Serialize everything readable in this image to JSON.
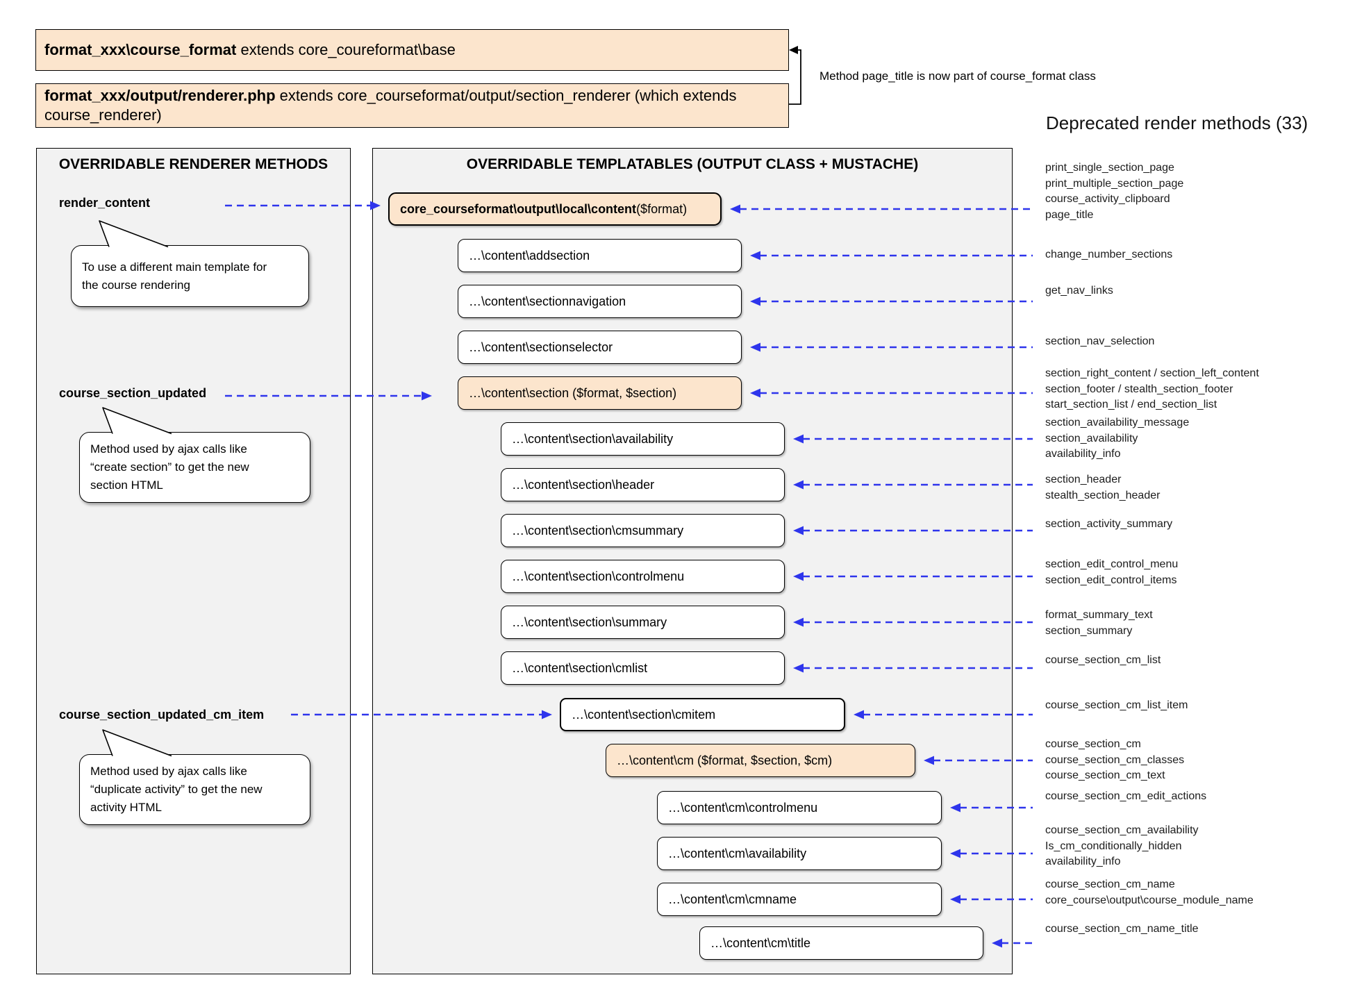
{
  "colors": {
    "accent_blue": "#2e35ec",
    "box_orange": "#fce5cd",
    "panel_gray": "#f2f2f2",
    "border_black": "#000000"
  },
  "header": {
    "box1_bold": "format_xxx\\course_format",
    "box1_rest": " extends core_coureformat\\base",
    "box2_bold": "format_xxx/output/renderer.php",
    "box2_rest": " extends core_courseformat/output/section_renderer (which extends course_renderer)",
    "note": "Method page_title is now part of course_format class",
    "deprecated_title": "Deprecated render methods (33)"
  },
  "left_panel": {
    "title": "OVERRIDABLE RENDERER METHODS",
    "methods": [
      {
        "id": "render_content",
        "label": "render_content",
        "target": "content",
        "bubble_lines": [
          "To use a different main template for",
          "the course rendering"
        ]
      },
      {
        "id": "course_section_updated",
        "label": "course_section_updated",
        "target": "section",
        "bubble_lines": [
          "Method used by ajax calls like",
          "“create section” to get the new",
          "section HTML"
        ]
      },
      {
        "id": "course_section_updated_cm_item",
        "label": "course_section_updated_cm_item",
        "target": "cmitem",
        "bubble_lines": [
          "Method used by ajax calls like",
          "“duplicate activity” to get the new",
          "activity HTML"
        ]
      }
    ]
  },
  "middle_panel": {
    "title": "OVERRIDABLE TEMPLATABLES (OUTPUT CLASS + MUSTACHE)",
    "boxes": [
      {
        "id": "content",
        "bold": "core_courseformat\\output\\local\\content",
        "text": " ($format)",
        "style": "orange-bold"
      },
      {
        "id": "addsection",
        "text": "…\\content\\addsection",
        "style": "white"
      },
      {
        "id": "sectionnavigation",
        "text": "…\\content\\sectionnavigation",
        "style": "white"
      },
      {
        "id": "sectionselector",
        "text": "…\\content\\sectionselector",
        "style": "white"
      },
      {
        "id": "section",
        "text": "…\\content\\section ($format, $section)",
        "style": "orange"
      },
      {
        "id": "sec_availability",
        "text": "…\\content\\section\\availability",
        "style": "white"
      },
      {
        "id": "sec_header",
        "text": "…\\content\\section\\header",
        "style": "white"
      },
      {
        "id": "sec_cmsummary",
        "text": "…\\content\\section\\cmsummary",
        "style": "white"
      },
      {
        "id": "sec_controlmenu",
        "text": "…\\content\\section\\controlmenu",
        "style": "white"
      },
      {
        "id": "sec_summary",
        "text": "…\\content\\section\\summary",
        "style": "white"
      },
      {
        "id": "sec_cmlist",
        "text": "…\\content\\section\\cmlist",
        "style": "white"
      },
      {
        "id": "cmitem",
        "text": "…\\content\\section\\cmitem",
        "style": "white-strong"
      },
      {
        "id": "cm",
        "text": "…\\content\\cm ($format, $section, $cm)",
        "style": "orange"
      },
      {
        "id": "cm_controlmenu",
        "text": "…\\content\\cm\\controlmenu",
        "style": "white"
      },
      {
        "id": "cm_availability",
        "text": "…\\content\\cm\\availability",
        "style": "white"
      },
      {
        "id": "cm_cmname",
        "text": "…\\content\\cm\\cmname",
        "style": "white"
      },
      {
        "id": "cm_title",
        "text": "…\\content\\cm\\title",
        "style": "white"
      }
    ]
  },
  "right_list": {
    "groups": [
      {
        "box": "content",
        "lines": [
          "print_single_section_page",
          "print_multiple_section_page",
          "course_activity_clipboard",
          "page_title"
        ]
      },
      {
        "box": "addsection",
        "lines": [
          "change_number_sections"
        ]
      },
      {
        "box": "sectionnavigation",
        "lines": [
          "get_nav_links"
        ]
      },
      {
        "box": "sectionselector",
        "lines": [
          "section_nav_selection"
        ]
      },
      {
        "box": "section",
        "lines": [
          "section_right_content / section_left_content",
          "section_footer / stealth_section_footer",
          "start_section_list / end_section_list"
        ]
      },
      {
        "box": "sec_availability",
        "lines": [
          "section_availability_message",
          "section_availability",
          "availability_info"
        ]
      },
      {
        "box": "sec_header",
        "lines": [
          "section_header",
          "stealth_section_header"
        ]
      },
      {
        "box": "sec_cmsummary",
        "lines": [
          "section_activity_summary"
        ]
      },
      {
        "box": "sec_controlmenu",
        "lines": [
          "section_edit_control_menu",
          "section_edit_control_items"
        ]
      },
      {
        "box": "sec_summary",
        "lines": [
          "format_summary_text",
          "section_summary"
        ]
      },
      {
        "box": "sec_cmlist",
        "lines": [
          "course_section_cm_list"
        ]
      },
      {
        "box": "cmitem",
        "lines": [
          "course_section_cm_list_item"
        ]
      },
      {
        "box": "cm",
        "lines": [
          "course_section_cm",
          "course_section_cm_classes",
          "course_section_cm_text"
        ]
      },
      {
        "box": "cm_controlmenu",
        "lines": [
          "course_section_cm_edit_actions"
        ]
      },
      {
        "box": "cm_availability",
        "lines": [
          "course_section_cm_availability",
          "Is_cm_conditionally_hidden",
          "availability_info"
        ]
      },
      {
        "box": "cm_cmname",
        "lines": [
          "course_section_cm_name",
          "core_course\\output\\course_module_name"
        ]
      },
      {
        "box": "cm_title",
        "lines": [
          "course_section_cm_name_title"
        ]
      }
    ]
  }
}
